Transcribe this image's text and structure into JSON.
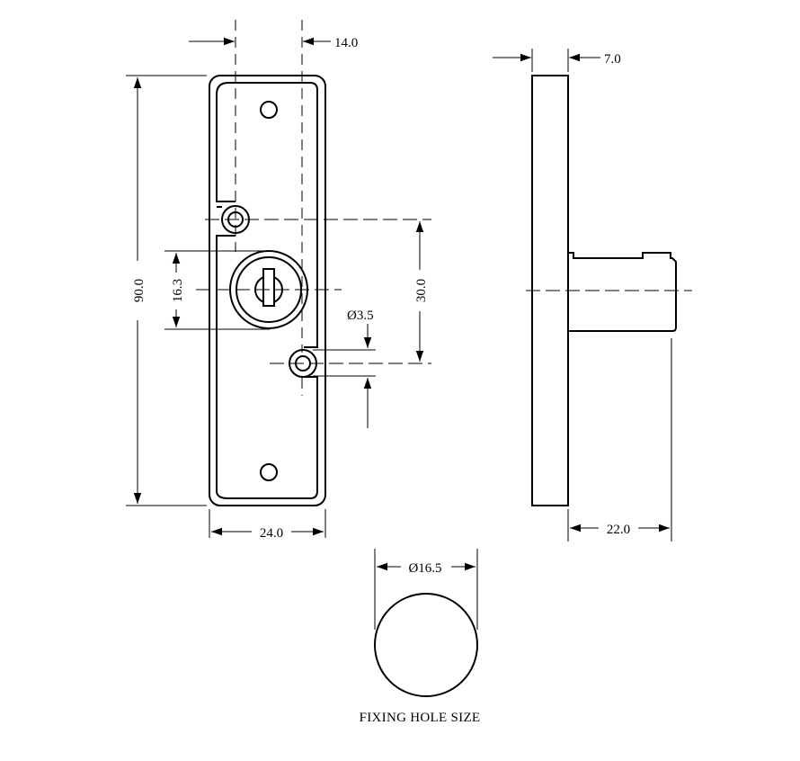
{
  "dimensions": {
    "offset_width": "14.0",
    "plate_thickness": "7.0",
    "overall_height": "90.0",
    "cylinder_height": "16.3",
    "hole_spacing": "30.0",
    "hole_diameter": "Ø3.5",
    "plate_width": "24.0",
    "cylinder_length": "22.0",
    "fixing_hole_diameter": "Ø16.5"
  },
  "caption": "FIXING HOLE SIZE"
}
